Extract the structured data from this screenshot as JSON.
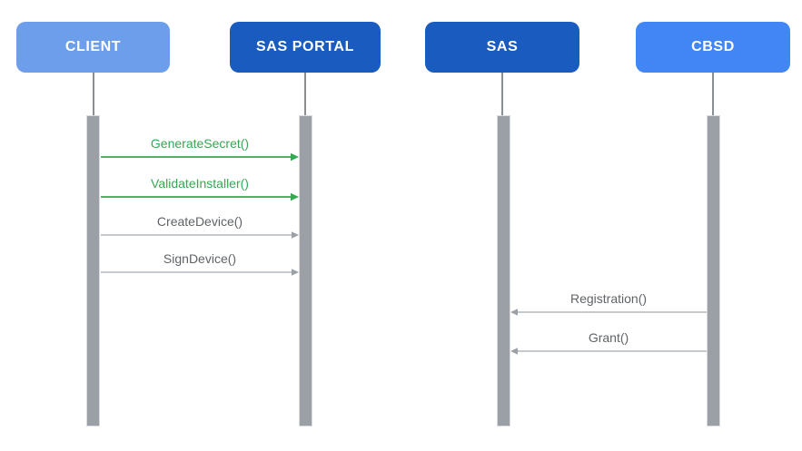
{
  "diagram": {
    "title": "SAS / CBSD registration sequence diagram",
    "actors": [
      {
        "id": "client",
        "label": "CLIENT",
        "fill": "#6D9EEB"
      },
      {
        "id": "sas-portal",
        "label": "SAS PORTAL",
        "fill": "#1A5BC0"
      },
      {
        "id": "sas",
        "label": "SAS",
        "fill": "#1A5BC0"
      },
      {
        "id": "cbsd",
        "label": "CBSD",
        "fill": "#4285F4"
      }
    ],
    "messages": [
      {
        "label": "GenerateSecret()",
        "from": "CLIENT",
        "to": "SAS PORTAL",
        "direction": "right",
        "status": "green"
      },
      {
        "label": "ValidateInstaller()",
        "from": "CLIENT",
        "to": "SAS PORTAL",
        "direction": "right",
        "status": "green"
      },
      {
        "label": "CreateDevice()",
        "from": "CLIENT",
        "to": "SAS PORTAL",
        "direction": "right",
        "status": "gray"
      },
      {
        "label": "SignDevice()",
        "from": "CLIENT",
        "to": "SAS PORTAL",
        "direction": "right",
        "status": "gray"
      },
      {
        "label": "Registration()",
        "from": "CBSD",
        "to": "SAS",
        "direction": "left",
        "status": "gray"
      },
      {
        "label": "Grant()",
        "from": "CBSD",
        "to": "SAS",
        "direction": "left",
        "status": "gray"
      }
    ],
    "colors": {
      "green": "#34A853",
      "gray_line": "#B4B8BD",
      "gray_head": "#9AA0A6",
      "gray_text": "#5F6368",
      "activation_bar": "#9AA0A6",
      "lifeline": "#8A8F94",
      "actor_text": "#FFFFFF"
    }
  }
}
